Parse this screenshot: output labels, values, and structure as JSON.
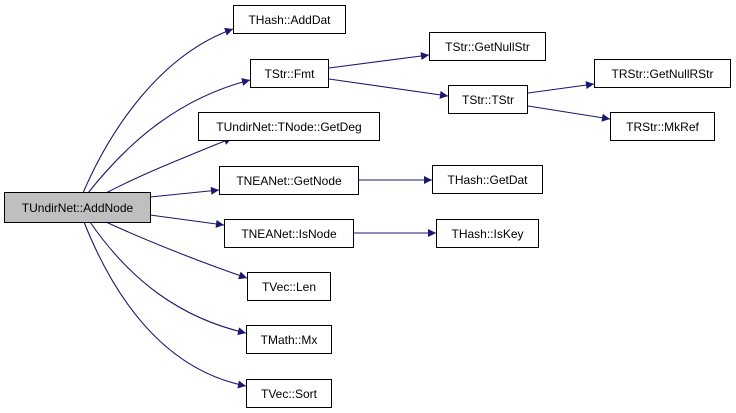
{
  "graph": {
    "edge_color": "#191970",
    "root_fill": "#bfbfbf",
    "nodes": {
      "root": "TUndirNet::AddNode",
      "hash_adddat": "THash::AddDat",
      "str_fmt": "TStr::Fmt",
      "node_getdeg": "TUndirNet::TNode::GetDeg",
      "neanet_getnode": "TNEANet::GetNode",
      "neanet_isnode": "TNEANet::IsNode",
      "vec_len": "TVec::Len",
      "math_mx": "TMath::Mx",
      "vec_sort": "TVec::Sort",
      "str_getnullstr": "TStr::GetNullStr",
      "str_tstr": "TStr::TStr",
      "hash_getdat": "THash::GetDat",
      "hash_iskey": "THash::IsKey",
      "rstr_getnullrstr": "TRStr::GetNullRStr",
      "rstr_mkref": "TRStr::MkRef"
    },
    "edges": [
      [
        "root",
        "hash_adddat"
      ],
      [
        "root",
        "str_fmt"
      ],
      [
        "root",
        "node_getdeg"
      ],
      [
        "root",
        "neanet_getnode"
      ],
      [
        "root",
        "neanet_isnode"
      ],
      [
        "root",
        "vec_len"
      ],
      [
        "root",
        "math_mx"
      ],
      [
        "root",
        "vec_sort"
      ],
      [
        "str_fmt",
        "str_getnullstr"
      ],
      [
        "str_fmt",
        "str_tstr"
      ],
      [
        "str_tstr",
        "rstr_getnullrstr"
      ],
      [
        "str_tstr",
        "rstr_mkref"
      ],
      [
        "neanet_getnode",
        "hash_getdat"
      ],
      [
        "neanet_isnode",
        "hash_iskey"
      ]
    ]
  }
}
